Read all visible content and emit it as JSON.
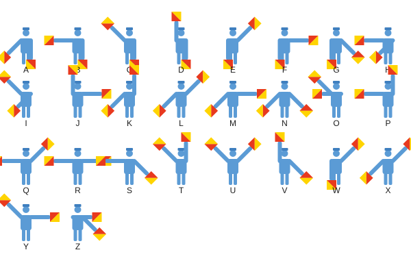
{
  "colors": {
    "figure": "#5b9bd5",
    "figure_dark": "#3f7fbf",
    "flag_red": "#e8391e",
    "flag_yellow": "#ffd400",
    "label": "#1a1a1a",
    "background": "#ffffff"
  },
  "signals": [
    {
      "letter": "A",
      "left_arm": "down-left-low",
      "right_arm": "down"
    },
    {
      "letter": "B",
      "left_arm": "left",
      "right_arm": "down"
    },
    {
      "letter": "C",
      "left_arm": "up-left",
      "right_arm": "down"
    },
    {
      "letter": "D",
      "left_arm": "up",
      "right_arm": "down"
    },
    {
      "letter": "E",
      "left_arm": "down",
      "right_arm": "up-right"
    },
    {
      "letter": "F",
      "left_arm": "down",
      "right_arm": "right"
    },
    {
      "letter": "G",
      "left_arm": "down",
      "right_arm": "down-right-low"
    },
    {
      "letter": "H",
      "left_arm": "left",
      "right_arm": "down-left-low"
    },
    {
      "letter": "I",
      "left_arm": "up-left",
      "right_arm": "down-left-low"
    },
    {
      "letter": "J",
      "left_arm": "up",
      "right_arm": "right"
    },
    {
      "letter": "K",
      "left_arm": "down-left-low",
      "right_arm": "up"
    },
    {
      "letter": "L",
      "left_arm": "down-left-low",
      "right_arm": "up-right"
    },
    {
      "letter": "M",
      "left_arm": "down-left-low",
      "right_arm": "right"
    },
    {
      "letter": "N",
      "left_arm": "down-left-low",
      "right_arm": "down-right-low"
    },
    {
      "letter": "O",
      "left_arm": "up-left",
      "right_arm": "left"
    },
    {
      "letter": "P",
      "left_arm": "left",
      "right_arm": "up"
    },
    {
      "letter": "Q",
      "left_arm": "left",
      "right_arm": "up-right"
    },
    {
      "letter": "R",
      "left_arm": "left",
      "right_arm": "right"
    },
    {
      "letter": "S",
      "left_arm": "left",
      "right_arm": "down-right-low"
    },
    {
      "letter": "T",
      "left_arm": "up-left",
      "right_arm": "up"
    },
    {
      "letter": "U",
      "left_arm": "up-left",
      "right_arm": "up-right"
    },
    {
      "letter": "V",
      "left_arm": "up",
      "right_arm": "down-right-low"
    },
    {
      "letter": "W",
      "left_arm": "down",
      "right_arm": "up-right"
    },
    {
      "letter": "X",
      "left_arm": "down-left-low",
      "right_arm": "up-right"
    },
    {
      "letter": "Y",
      "left_arm": "up-left",
      "right_arm": "right"
    },
    {
      "letter": "Z",
      "left_arm": "right",
      "right_arm": "down-right-low"
    }
  ]
}
